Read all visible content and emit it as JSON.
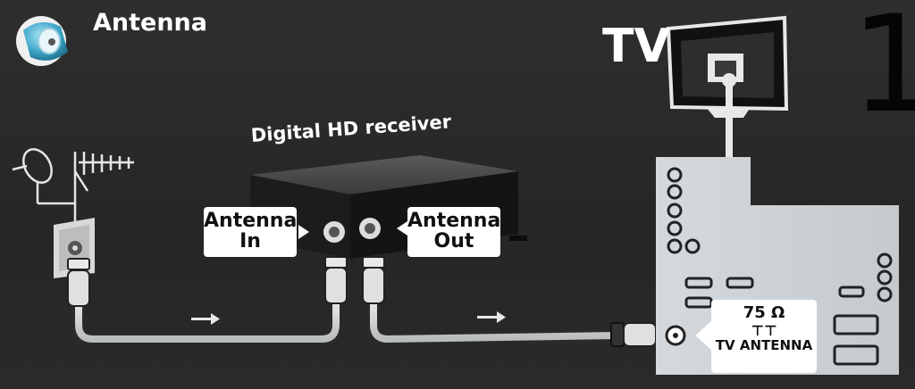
{
  "header": {
    "title": "Antenna"
  },
  "step_number": "1",
  "tv": {
    "label": "TV"
  },
  "receiver": {
    "title": "Digital HD receiver"
  },
  "ports": {
    "antenna_in": {
      "line1": "Antenna",
      "line2": "In"
    },
    "antenna_out": {
      "line1": "Antenna",
      "line2": "Out"
    }
  },
  "tv_connector": {
    "impedance": "75 Ω",
    "symbol": "⊤⊤",
    "label": "TV ANTENNA"
  },
  "colors": {
    "background": "#2b2b2b",
    "cable": "#d9dcda",
    "cable_dark": "#2a2a2a",
    "accent": "#3fa6c9"
  },
  "icons": [
    "antenna-icon",
    "satellite-dish-icon",
    "aerial-antenna-icon",
    "wall-socket-icon",
    "tv-icon",
    "receiver-box-icon",
    "arrow-right-icon"
  ]
}
